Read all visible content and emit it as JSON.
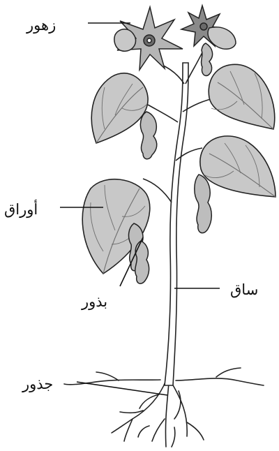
{
  "colors": {
    "outline": "#222222",
    "leaf_fill": "#c8c8c8",
    "leaf_vein": "#6e6e6e",
    "pod_fill": "#bdbdbd",
    "flower_fill": "#b5b5b5",
    "flower_center": "#6a6a6a",
    "stem_fill": "#ffffff",
    "label_text": "#111111"
  },
  "labels": {
    "flowers": "زهور",
    "leaves": "أوراق",
    "seeds": "بذور",
    "stem": "ساق",
    "roots": "جذور"
  },
  "icons": [
    "flower-icon",
    "leaf-icon",
    "seed-pod-icon",
    "stem-icon",
    "roots-icon"
  ]
}
